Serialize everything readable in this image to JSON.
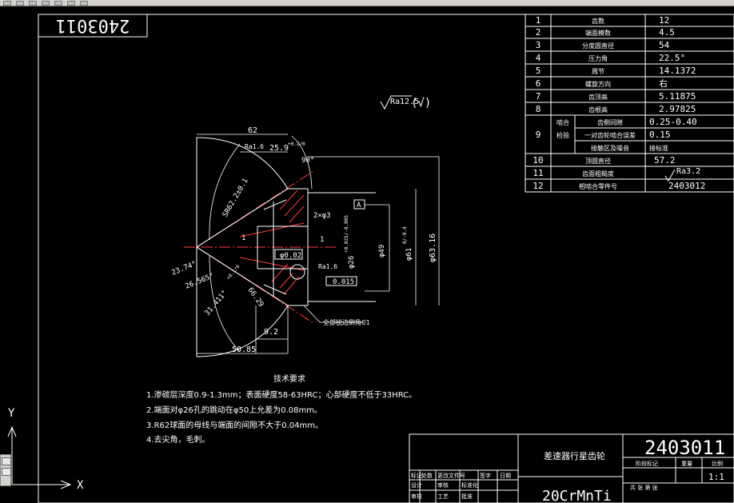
{
  "app": {
    "title": "AutoCAD drawing 2403011"
  },
  "title_stamp": "2403011",
  "param_table": {
    "rows": [
      {
        "num": "1",
        "name": "齿数",
        "value": "12"
      },
      {
        "num": "2",
        "name": "端面模数",
        "value": "4.5"
      },
      {
        "num": "3",
        "name": "分度圆直径",
        "value": "54"
      },
      {
        "num": "4",
        "name": "压力角",
        "value": "22.5°"
      },
      {
        "num": "5",
        "name": "周节",
        "value": "14.1372"
      },
      {
        "num": "6",
        "name": "螺旋方向",
        "value": "右"
      },
      {
        "num": "7",
        "name": "齿顶高",
        "value": "5.11875"
      },
      {
        "num": "8",
        "name": "齿根高",
        "value": "2.97825"
      },
      {
        "num": "9",
        "name_a": "啮合",
        "name_b": "检验",
        "sub": [
          {
            "name": "齿侧间隙",
            "value": "0.25-0.40"
          },
          {
            "name": "一对齿轮啮合误差",
            "value": "0.15"
          },
          {
            "name": "接触区及噪音",
            "value": "接标准"
          }
        ]
      },
      {
        "num": "10",
        "name": "顶圆直径",
        "value": "57.2"
      },
      {
        "num": "11",
        "name": "齿面粗糙度",
        "value": "Ra3.2"
      },
      {
        "num": "12",
        "name": "相啮合零件号",
        "value": "2403012"
      }
    ]
  },
  "roughness_top": "Ra12.5",
  "dims": {
    "d62": "62",
    "d259": "25.9",
    "d259tol": "+0.2/0",
    "a90": "90°",
    "ra16a": "Ra1.6",
    "sr62": "SR62.2±0.1",
    "x2": "2×φ3",
    "a": "A",
    "one_left": "1",
    "one_right": "1",
    "d26": "φ26",
    "d26tol": "+0.025/-0.005",
    "d49": "φ49",
    "d61": "φ61",
    "d61tol": "0/-0.4",
    "d6316": "φ63.16",
    "phi02": "φ0.02",
    "ra16b": "Ra1.6",
    "d01": "0.015",
    "a2374": "23.74°",
    "a26565": "26.565°",
    "a3141": "31.411°",
    "tol3141": "+0.1/0",
    "r6629": "66.29",
    "d92": "9.2",
    "d5085": "50.85",
    "chamfer": "全部锐边倒角C1"
  },
  "tech_req": {
    "title": "技术要求",
    "lines": [
      "1.渗碳层深度0.9-1.3mm；表面硬度58-63HRC；心部硬度不低于33HRC。",
      "2.端面对φ26孔的跳动在φ50上允差为0.08mm。",
      "3.R62球面的母线与端面的间隙不大于0.04mm。",
      "4.去尖角，毛刺。"
    ]
  },
  "title_block": {
    "part_name": "差速器行星齿轮",
    "drawing_no": "2403011",
    "material": "20CrMnTi",
    "scale_label": "比例",
    "scale": "1:1",
    "stage_label": "阶段标记",
    "weight_label": "重量",
    "sheet_label": "共 张 第 张",
    "hdr": [
      "标记",
      "处数",
      "更改文件号",
      "签字",
      "日期"
    ],
    "rows": [
      "设计",
      "审核",
      "工艺"
    ],
    "std": [
      "标准化",
      "批准"
    ]
  },
  "ucs": {
    "x": "X",
    "y": "Y"
  },
  "colors": {
    "bg": "#000000",
    "line": "#ffffff",
    "center": "#ff0000",
    "hatch": "#ff0000",
    "dim": "#ffffff"
  }
}
